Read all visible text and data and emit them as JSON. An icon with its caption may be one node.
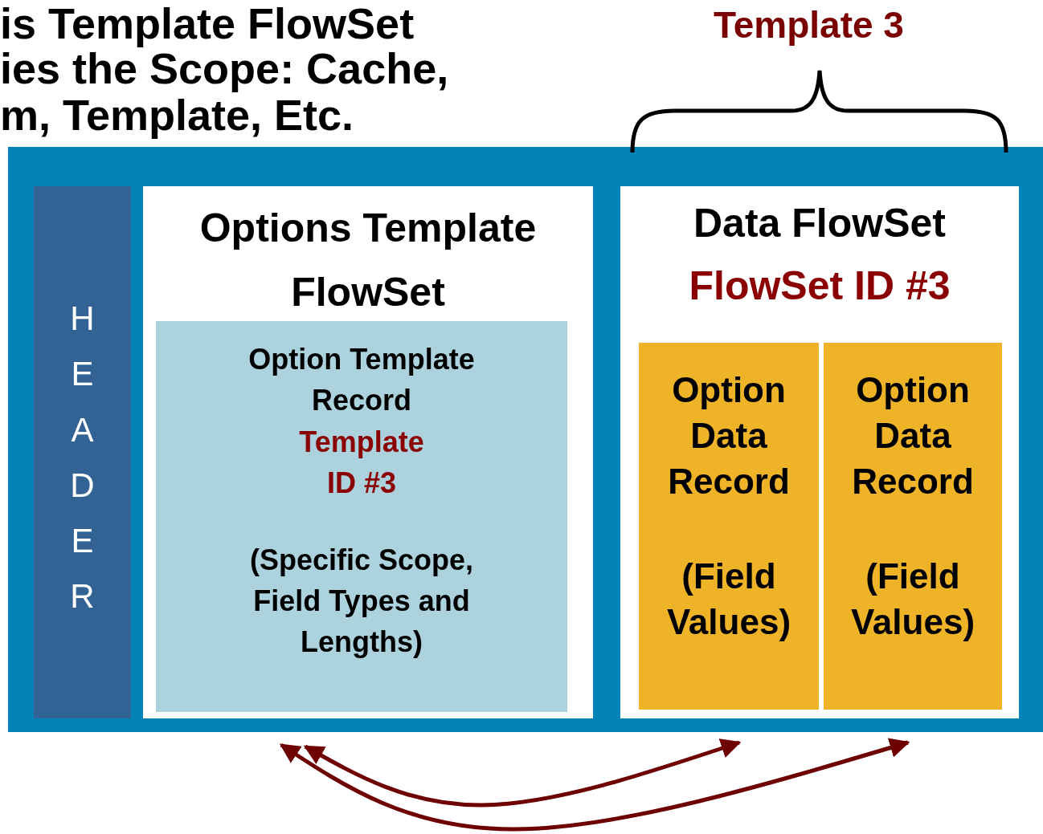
{
  "diagram": {
    "nodes": [
      {
        "text": [],
        "shape": "box"
      },
      {
        "text": [
          "HEADER"
        ],
        "in": 0
      },
      {
        "text": [
          "Options Template FlowSet"
        ],
        "in": 0
      },
      {
        "text": [
          "Option Template Record",
          "Template ID #3",
          "(Specific Scope, Field Types and Lengths)"
        ],
        "in": 2
      },
      {
        "text": [
          "Data FlowSet",
          "FlowSet ID #3"
        ],
        "in": 0
      },
      {
        "text": [
          "Option Data Record",
          "(Field Values)"
        ],
        "in": 4
      },
      {
        "text": [
          "Option Data Record",
          "(Field Values)"
        ],
        "in": 4
      }
    ],
    "edges": [
      {
        "from": 3,
        "to": 5,
        "arrow": "both",
        "color": "#6e0000"
      },
      {
        "from": 3,
        "to": 6,
        "arrow": "both",
        "color": "#6e0000"
      }
    ],
    "labels": [
      "is Template FlowSet",
      "ies the Scope: Cache,",
      "m, Template, Etc.",
      "Template 3"
    ]
  }
}
